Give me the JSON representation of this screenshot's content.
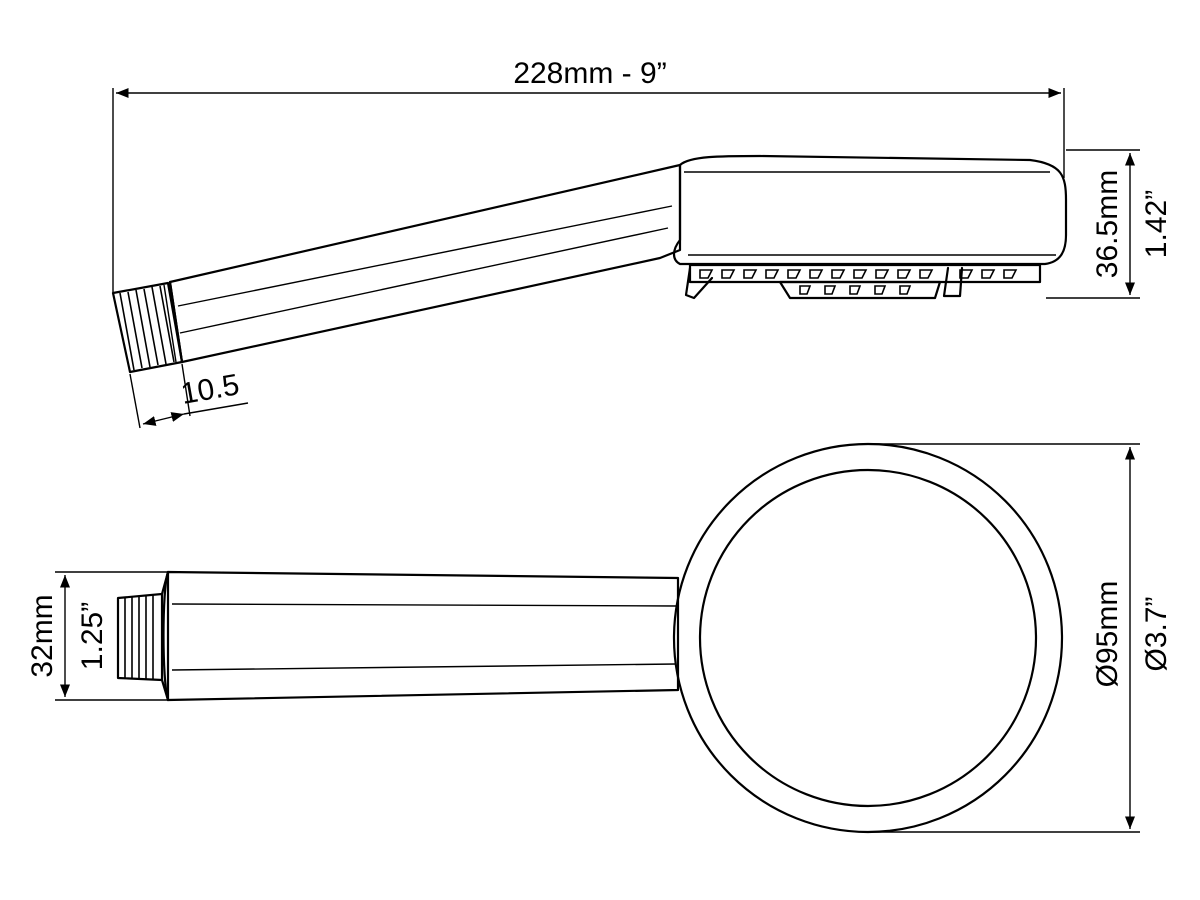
{
  "dimensions": {
    "total_length": "228mm - 9”",
    "head_height_mm": "36.5mm",
    "head_height_in": "1.42”",
    "thread_length": "10.5",
    "handle_width_mm": "32mm",
    "handle_width_in": "1.25”",
    "head_diameter_mm": "Ø95mm",
    "head_diameter_in": "Ø3.7”"
  }
}
